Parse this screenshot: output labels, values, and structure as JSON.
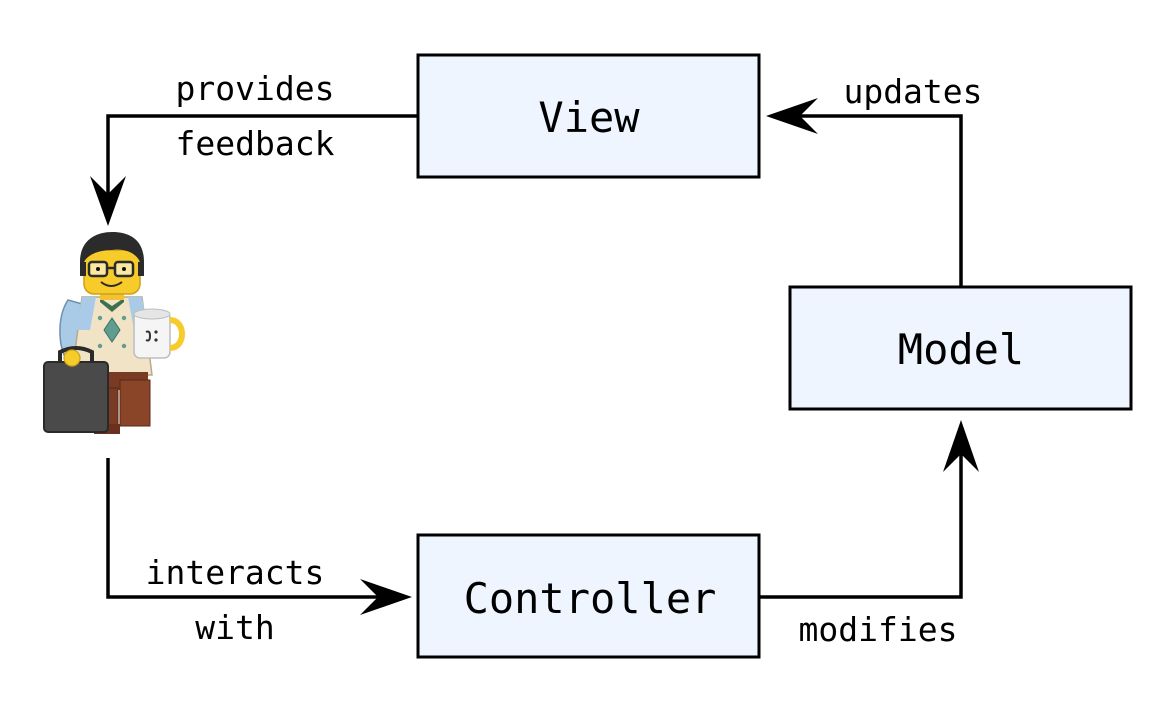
{
  "nodes": {
    "view": {
      "label": "View"
    },
    "model": {
      "label": "Model"
    },
    "controller": {
      "label": "Controller"
    },
    "user": {
      "icon": "lego-programmer-figure-icon"
    }
  },
  "edges": {
    "view_to_user": {
      "line1": "provides",
      "line2": "feedback"
    },
    "model_to_view": {
      "line1": "updates"
    },
    "user_to_controller": {
      "line1": "interacts",
      "line2": "with"
    },
    "controller_to_model": {
      "line1": "modifies"
    }
  },
  "colors": {
    "box_fill": "#eef5ff",
    "stroke": "#000000"
  }
}
